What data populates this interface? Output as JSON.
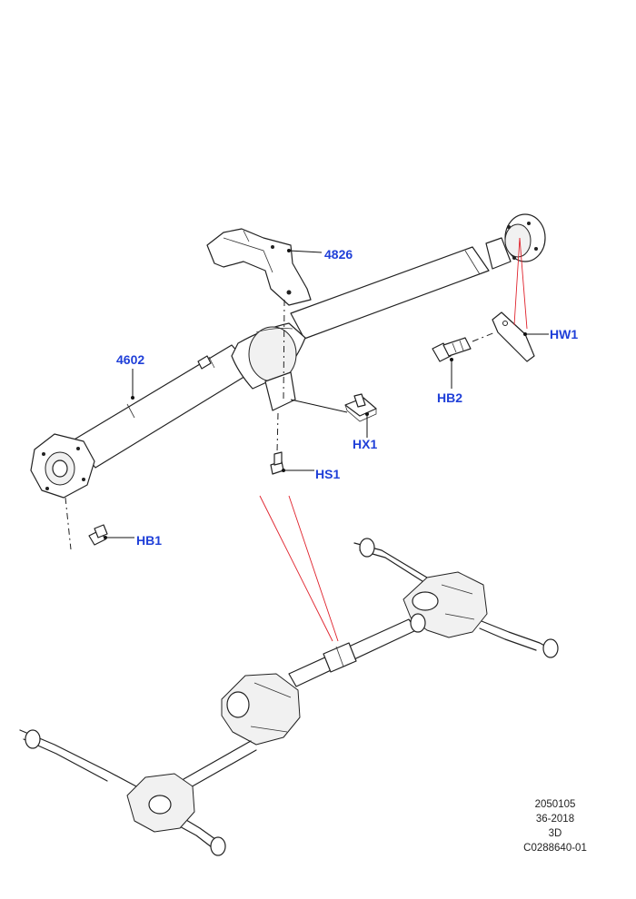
{
  "callouts": {
    "part_4826": "4826",
    "part_4602": "4602",
    "part_hw1": "HW1",
    "part_hb2": "HB2",
    "part_hx1": "HX1",
    "part_hs1": "HS1",
    "part_hb1": "HB1"
  },
  "reference": {
    "line1": "2050105",
    "line2": "36-2018",
    "line3": "3D",
    "line4": "C0288640-01"
  },
  "colors": {
    "callout_text": "#1f3fd8",
    "highlight_lines": "#e0202a",
    "linework": "#222222"
  }
}
